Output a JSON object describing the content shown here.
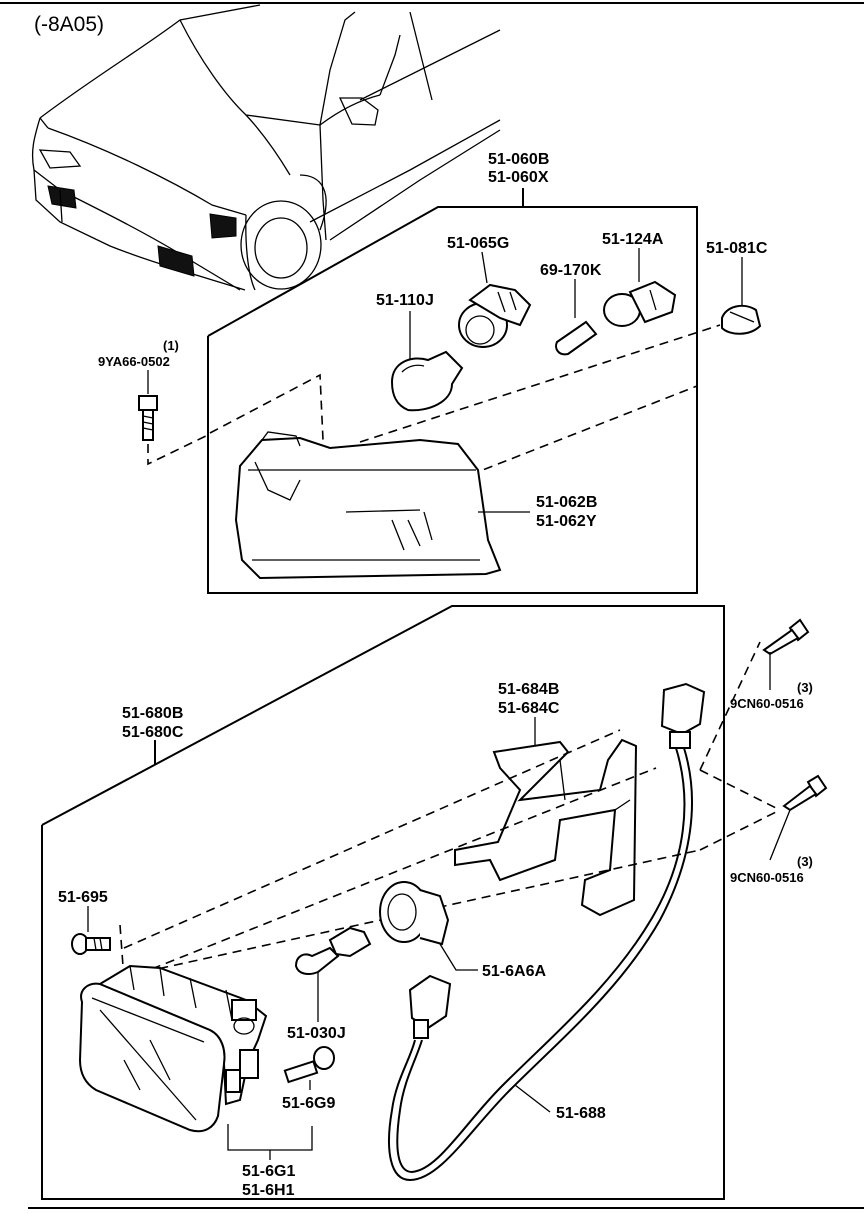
{
  "header": {
    "code": "(-8A05)"
  },
  "callouts": {
    "turn_lamp_assembly": [
      "51-060B",
      "51-060X"
    ],
    "socket_a": "51-065G",
    "socket_b": "51-124A",
    "bulb_wedge": "69-170K",
    "retainer_clip": "51-081C",
    "bulb_main": "51-110J",
    "lens_housing": [
      "51-062B",
      "51-062Y"
    ],
    "bolt_top_qty": "(1)",
    "bolt_top_code": "9YA66-0502",
    "fog_lamp_assembly": [
      "51-680B",
      "51-680C"
    ],
    "bracket": [
      "51-684B",
      "51-684C"
    ],
    "screw_1_qty": "(3)",
    "screw_1_code": "9CN60-0516",
    "screw_2_qty": "(3)",
    "screw_2_code": "9CN60-0516",
    "adjust_screw": "51-695",
    "socket_fog": "51-6A6A",
    "bulb_fog": "51-030J",
    "adjuster": "51-6G9",
    "fog_unit": [
      "51-6G1",
      "51-6H1"
    ],
    "harness": "51-688"
  },
  "icons": {
    "vehicle": "car-front-illustration",
    "bulb": "bulb-icon",
    "bolt": "bolt-icon",
    "socket": "socket-icon",
    "lamp": "lamp-icon"
  }
}
